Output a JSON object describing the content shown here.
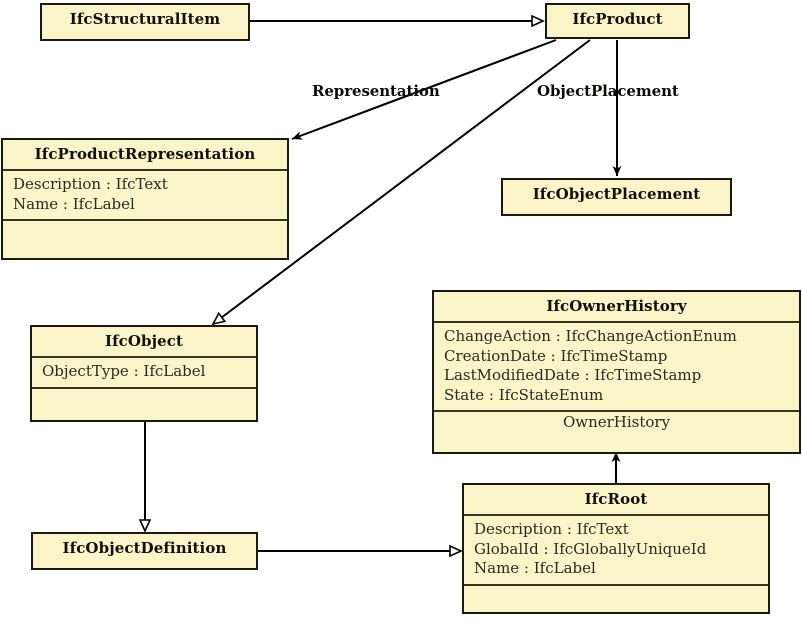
{
  "diagram": {
    "title": "IFC UML class diagram",
    "type": "uml-class-diagram",
    "colors": {
      "class_fill": "#faf4c8",
      "class_border": "#1a1a12",
      "separator": "#38341c",
      "edge": "#000000",
      "background": "#ffffff"
    }
  },
  "classes": {
    "structural_item": {
      "name": "IfcStructuralItem",
      "attributes": [],
      "operations": []
    },
    "product": {
      "name": "IfcProduct",
      "attributes": [],
      "operations": []
    },
    "product_representation": {
      "name": "IfcProductRepresentation",
      "attributes": [
        "Description : IfcText",
        "Name : IfcLabel"
      ],
      "operations": []
    },
    "object_placement": {
      "name": "IfcObjectPlacement",
      "attributes": [],
      "operations": []
    },
    "object": {
      "name": "IfcObject",
      "attributes": [
        "ObjectType : IfcLabel"
      ],
      "operations": []
    },
    "owner_history": {
      "name": "IfcOwnerHistory",
      "attributes": [
        "ChangeAction : IfcChangeActionEnum",
        "CreationDate : IfcTimeStamp",
        "LastModifiedDate : IfcTimeStamp",
        "State : IfcStateEnum"
      ],
      "operations": [],
      "footer_label": "OwnerHistory"
    },
    "object_definition": {
      "name": "IfcObjectDefinition",
      "attributes": [],
      "operations": []
    },
    "root": {
      "name": "IfcRoot",
      "attributes": [
        "Description : IfcText",
        "GlobalId : IfcGloballyUniqueId",
        "Name : IfcLabel"
      ],
      "operations": []
    }
  },
  "edge_labels": {
    "representation": "Representation",
    "object_placement": "ObjectPlacement"
  },
  "edges": [
    {
      "from": "IfcStructuralItem",
      "to": "IfcProduct",
      "kind": "generalization",
      "label": ""
    },
    {
      "from": "IfcProduct",
      "to": "IfcProductRepresentation",
      "kind": "association",
      "label": "Representation"
    },
    {
      "from": "IfcProduct",
      "to": "IfcObjectPlacement",
      "kind": "association",
      "label": "ObjectPlacement"
    },
    {
      "from": "IfcObject",
      "to": "IfcProduct",
      "kind": "generalization",
      "label": ""
    },
    {
      "from": "IfcObject",
      "to": "IfcObjectDefinition",
      "kind": "generalization",
      "label": ""
    },
    {
      "from": "IfcObjectDefinition",
      "to": "IfcRoot",
      "kind": "generalization",
      "label": ""
    },
    {
      "from": "IfcRoot",
      "to": "IfcOwnerHistory",
      "kind": "association",
      "label": "OwnerHistory"
    }
  ]
}
